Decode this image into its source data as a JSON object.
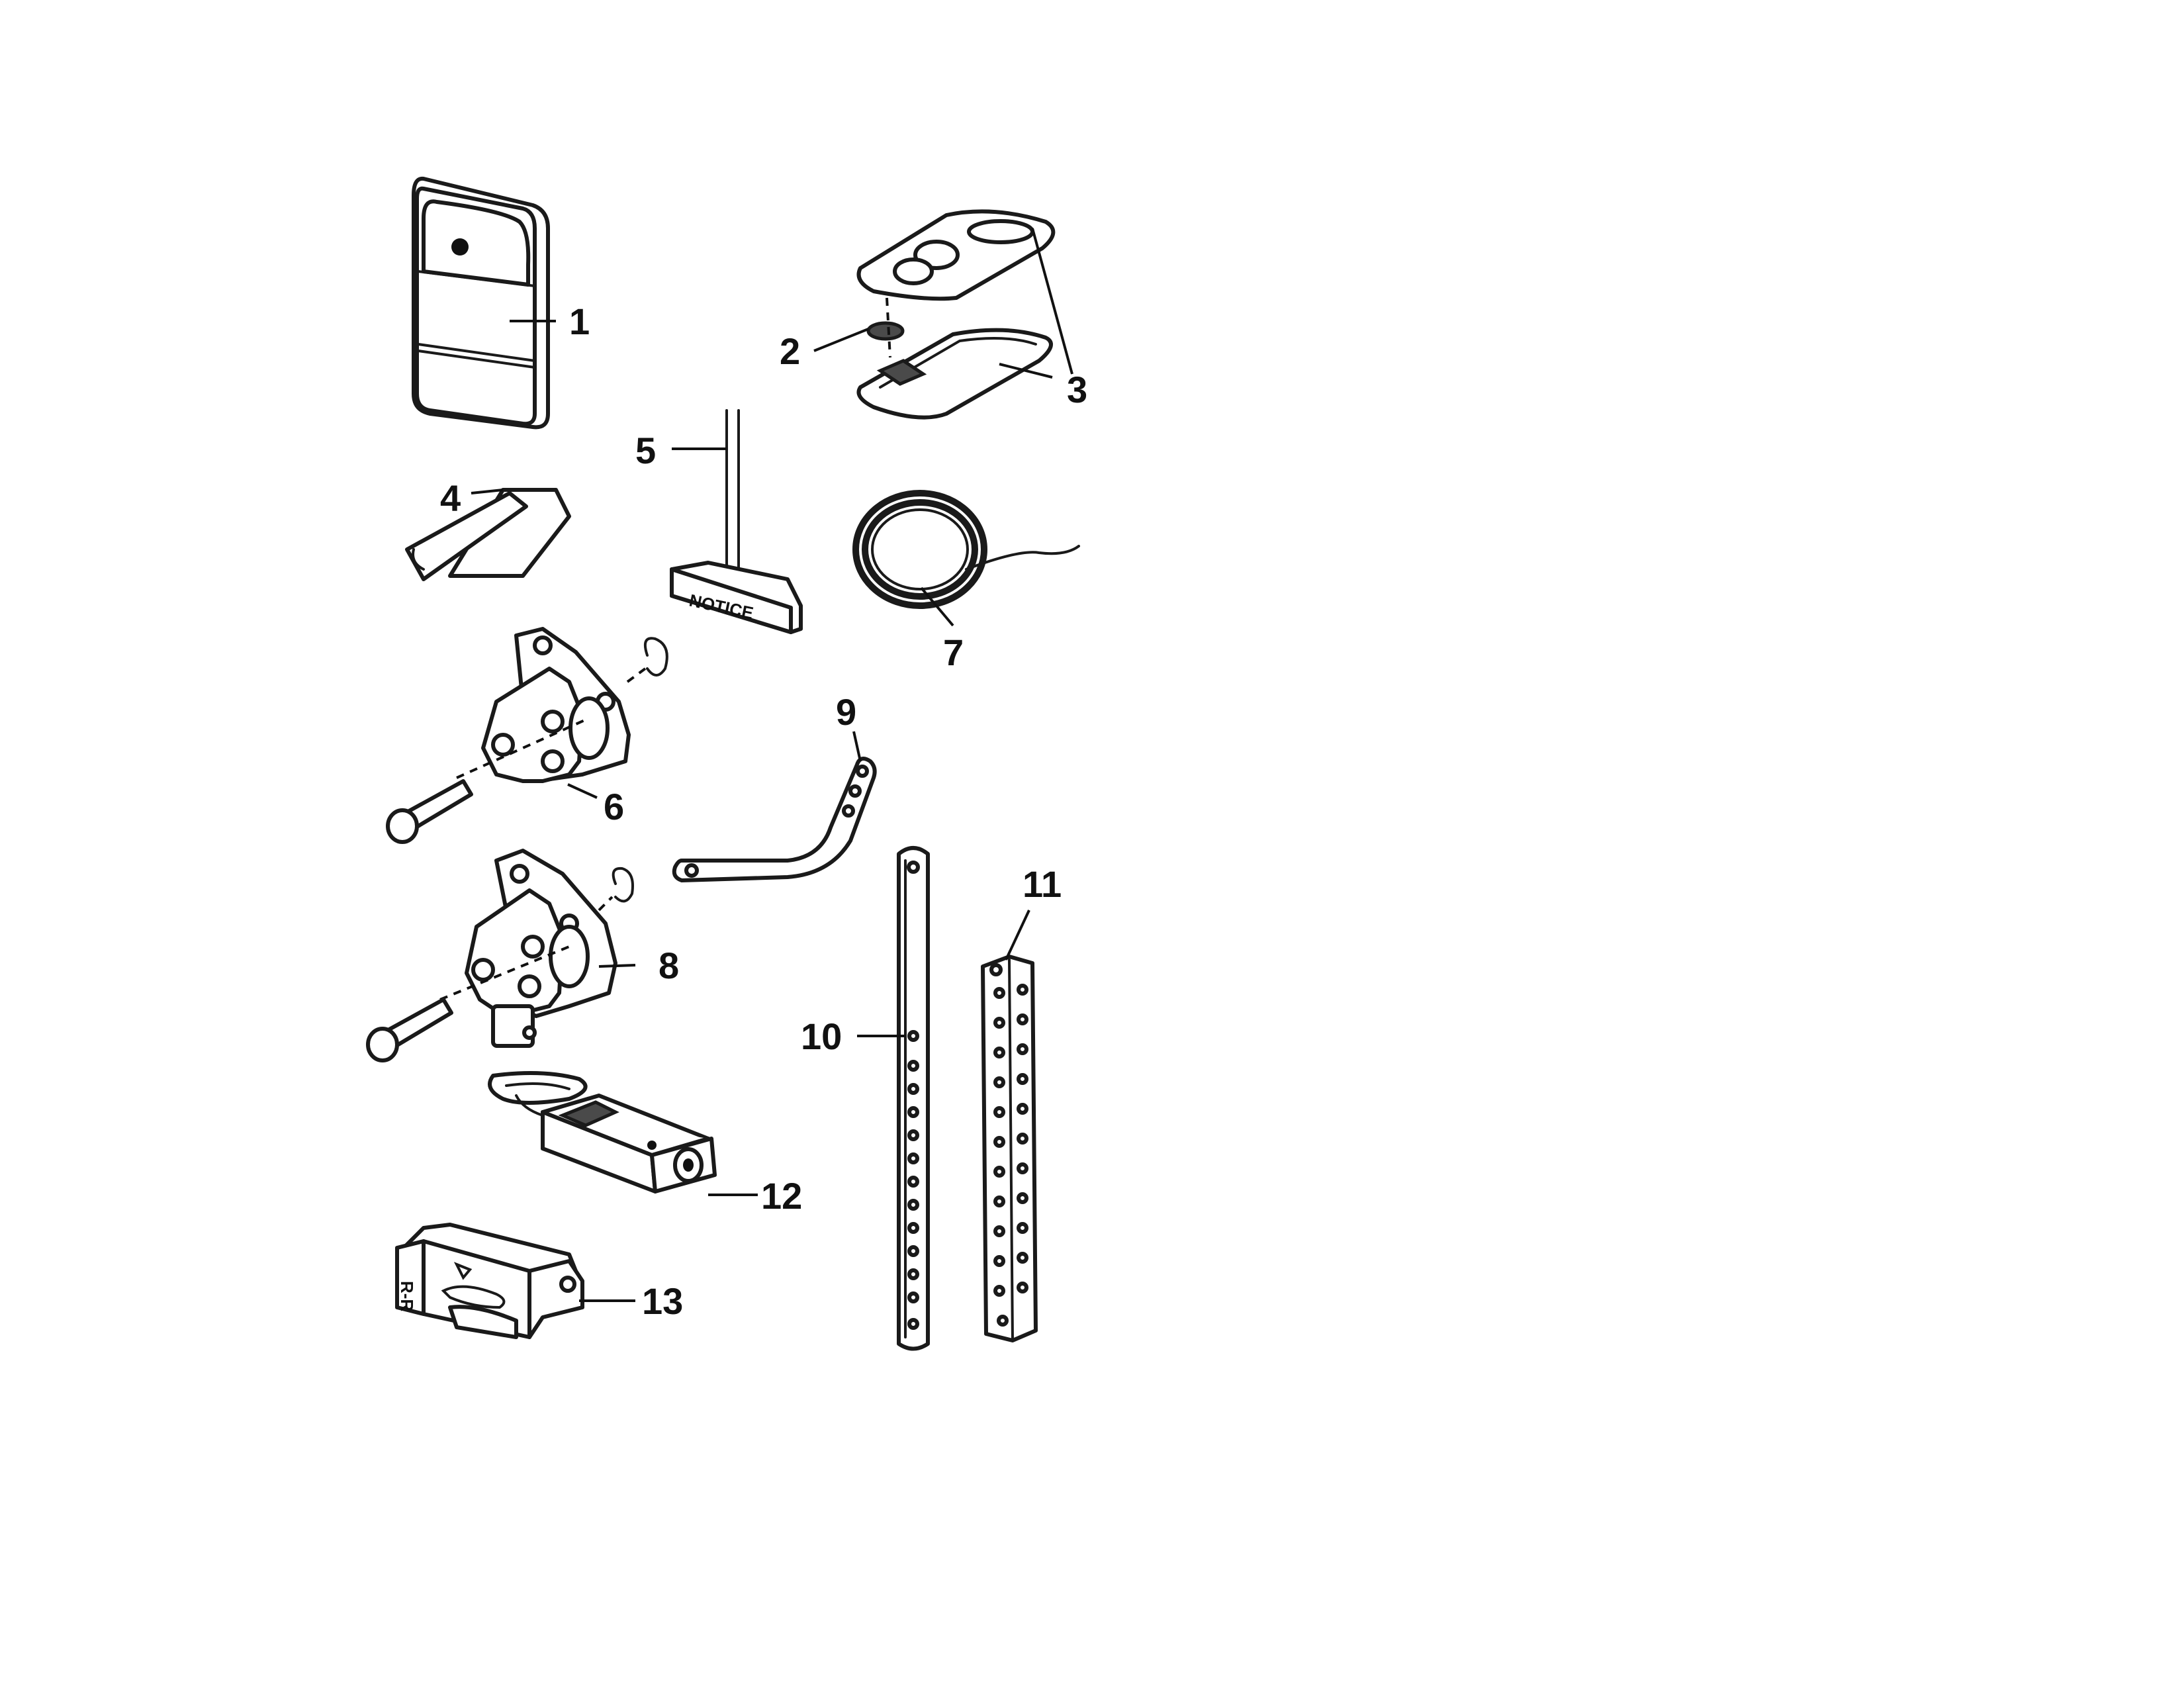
{
  "callouts": {
    "c1": "1",
    "c2": "2",
    "c3": "3",
    "c4": "4",
    "c5": "5",
    "c6": "6",
    "c7": "7",
    "c8": "8",
    "c9": "9",
    "c10": "10",
    "c11": "11",
    "c12": "12",
    "c13": "13"
  },
  "sign_text": "NOTICE",
  "bracket_marks": "R-R"
}
